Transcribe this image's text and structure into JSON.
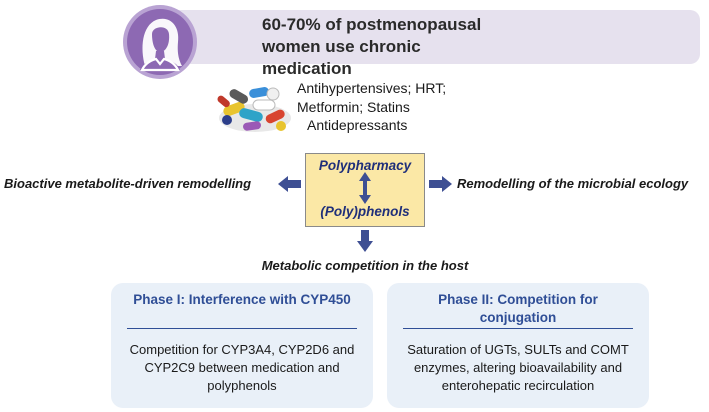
{
  "header": {
    "title": "60-70% of postmenopausal women use chronic medication",
    "icon": "woman-silhouette-icon",
    "colors": {
      "circle": "#8d69b3",
      "circle_ring": "#b9a3d3",
      "banner": "#e6e1ee"
    }
  },
  "medications": {
    "icon": "pills-icon",
    "lines": [
      "Antihypertensives; HRT;",
      "Metformin; Statins",
      "Antidepressants"
    ]
  },
  "center": {
    "top_label": "Polypharmacy",
    "bottom_label": "(Poly)phenols",
    "colors": {
      "box": "#fbe8a6",
      "text": "#1f2f7a",
      "arrow": "#3e4f93"
    }
  },
  "effects": {
    "left": "Bioactive metabolite-driven remodelling",
    "right": "Remodelling of the microbial ecology",
    "down": "Metabolic competition in the host"
  },
  "phases": [
    {
      "title": "Phase I: Interference with CYP450",
      "body": "Competition for CYP3A4, CYP2D6 and CYP2C9 between medication and polyphenols"
    },
    {
      "title": "Phase II: Competition for conjugation",
      "body": "Saturation of UGTs, SULTs and COMT enzymes, altering bioavailability and enterohepatic recirculation"
    }
  ]
}
